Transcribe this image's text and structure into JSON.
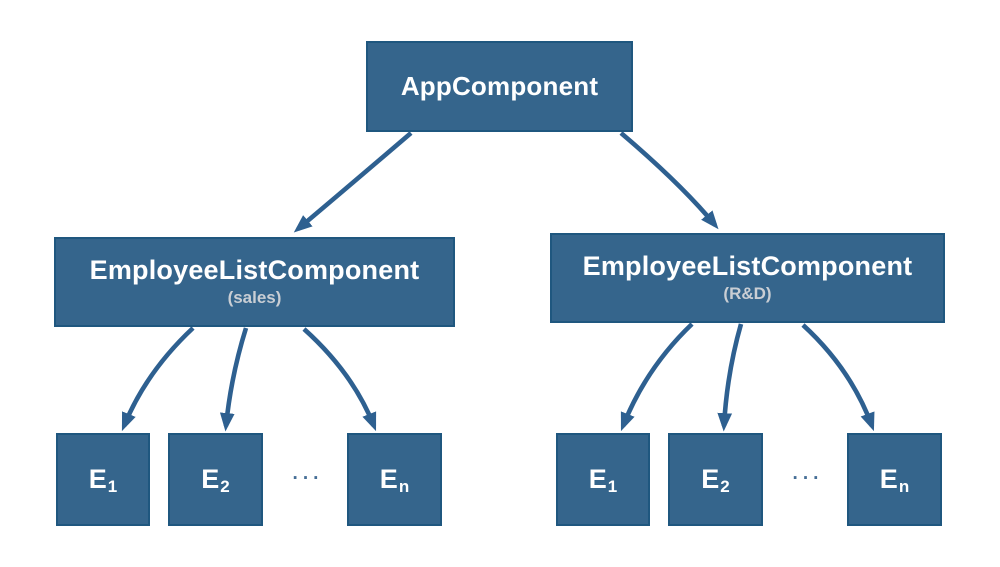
{
  "colors": {
    "background": "#ffffff",
    "box_fill": "#35658c",
    "box_border": "#1f577f",
    "arrow": "#2e6090",
    "title_text": "#ffffff",
    "subtitle_text": "#c9ced4",
    "dots": "#456e96"
  },
  "nodes": {
    "app": {
      "label": "AppComponent"
    },
    "sales_list": {
      "label": "EmployeeListComponent",
      "sublabel": "(sales)"
    },
    "rnd_list": {
      "label": "EmployeeListComponent",
      "sublabel": "(R&D)"
    },
    "sales_children": [
      {
        "base": "E",
        "sub": "1"
      },
      {
        "base": "E",
        "sub": "2"
      },
      {
        "base": "E",
        "sub": "n"
      }
    ],
    "rnd_children": [
      {
        "base": "E",
        "sub": "1"
      },
      {
        "base": "E",
        "sub": "2"
      },
      {
        "base": "E",
        "sub": "n"
      }
    ],
    "ellipsis": "···"
  }
}
